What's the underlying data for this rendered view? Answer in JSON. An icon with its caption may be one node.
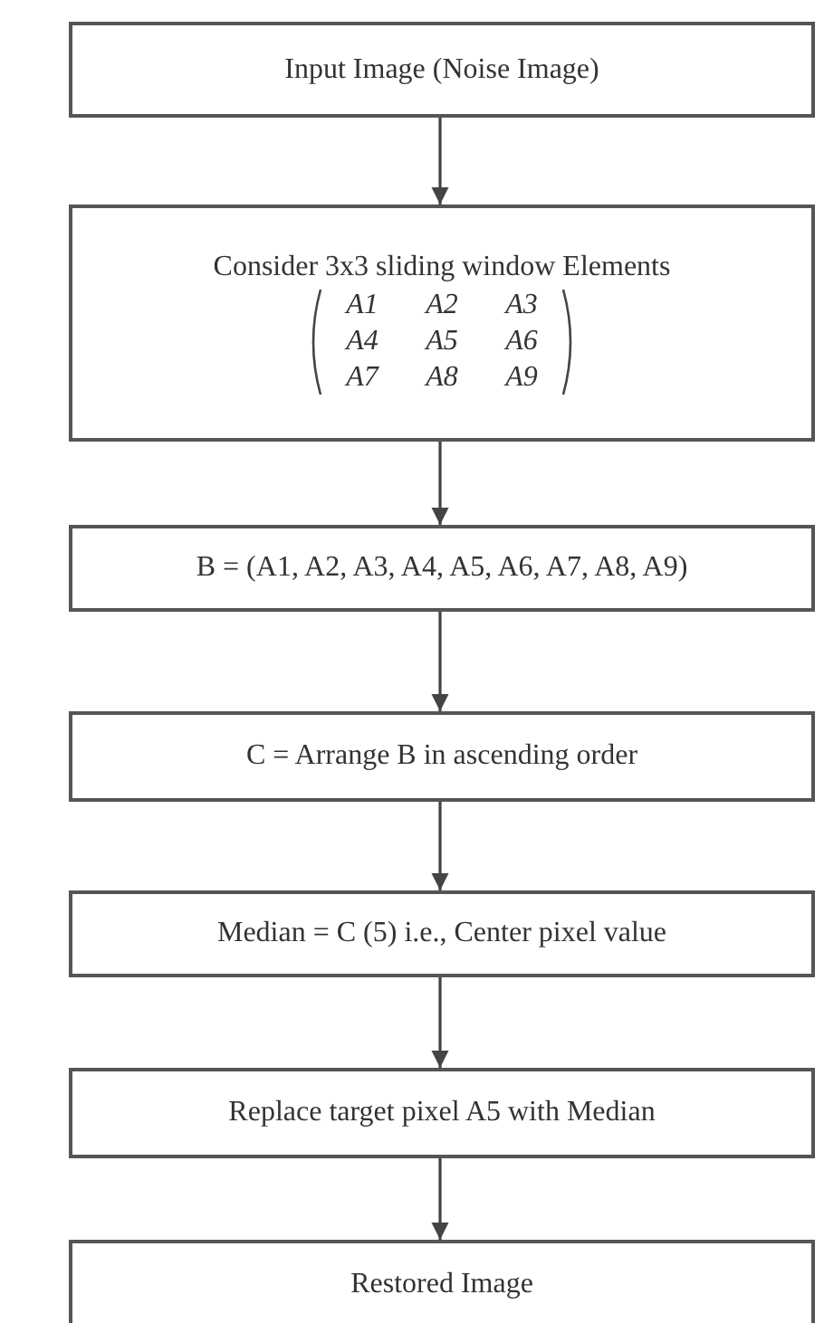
{
  "diagram": {
    "nodes": [
      {
        "text": [
          "Input Image (Noise Image)"
        ]
      },
      {
        "text": [
          "Consider 3x3 sliding window Elements",
          "A1",
          "A2",
          "A3",
          "A4",
          "A5",
          "A6",
          "A7",
          "A8",
          "A9"
        ]
      },
      {
        "text": [
          "B = (A1, A2, A3, A4, A5, A6, A7, A8, A9)"
        ]
      },
      {
        "text": [
          "C = Arrange B in ascending order"
        ]
      },
      {
        "text": [
          "Median = C (5) i.e., Center pixel value"
        ]
      },
      {
        "text": [
          "Replace target pixel A5 with Median"
        ]
      },
      {
        "text": [
          "Restored Image"
        ]
      }
    ],
    "edges": [
      {
        "from": 0,
        "to": 1,
        "arrow": "to"
      },
      {
        "from": 1,
        "to": 2,
        "arrow": "to"
      },
      {
        "from": 2,
        "to": 3,
        "arrow": "to"
      },
      {
        "from": 3,
        "to": 4,
        "arrow": "to"
      },
      {
        "from": 4,
        "to": 5,
        "arrow": "to"
      },
      {
        "from": 5,
        "to": 6,
        "arrow": "to"
      }
    ]
  }
}
